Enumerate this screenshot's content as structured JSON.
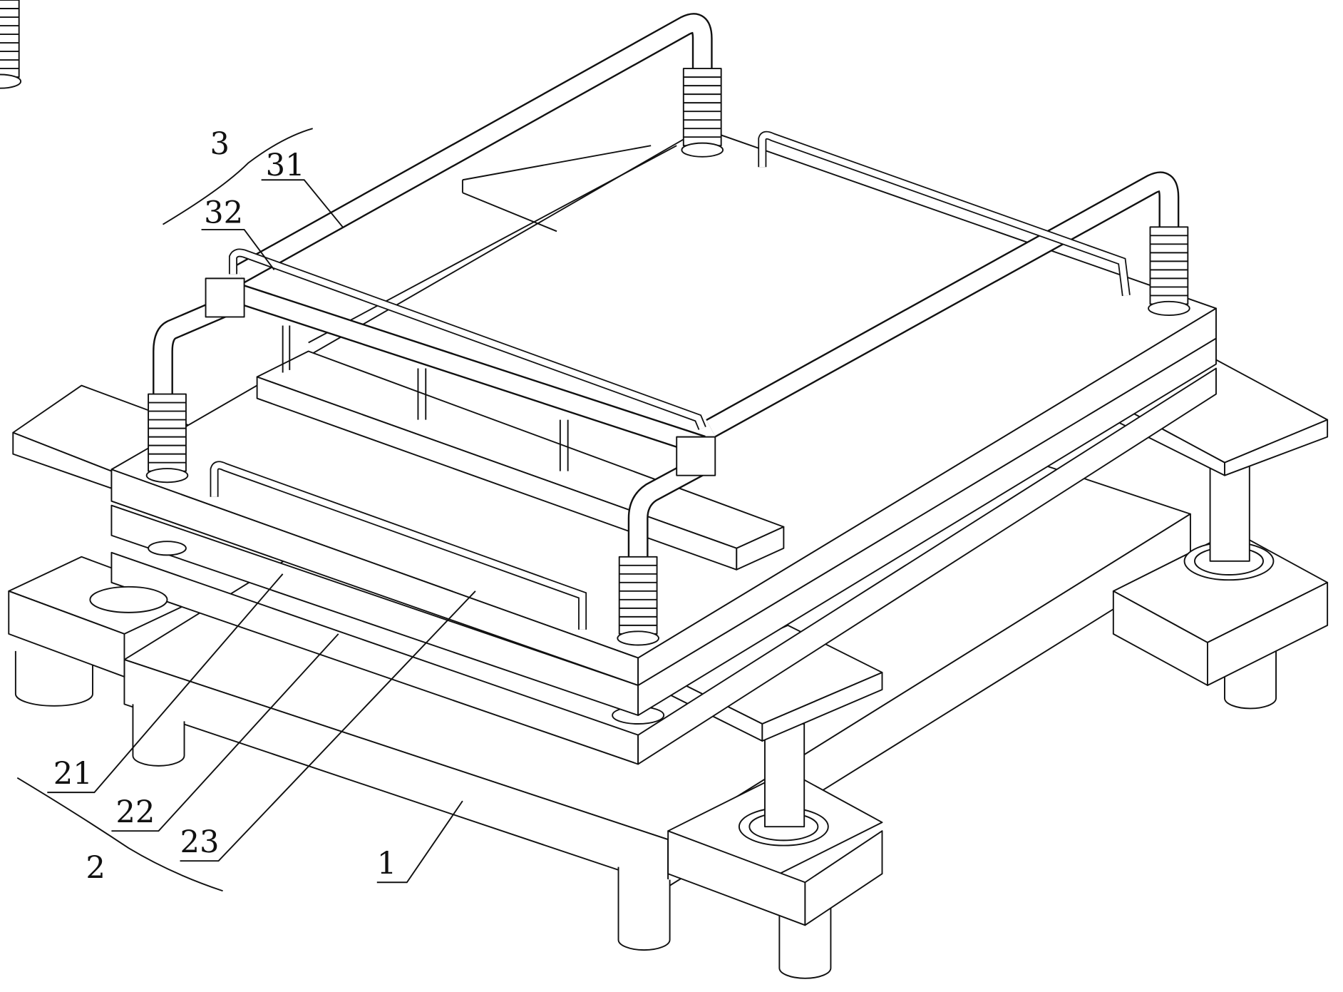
{
  "labels": {
    "l3": "3",
    "l31": "31",
    "l32": "32",
    "l21": "21",
    "l22": "22",
    "l23": "23",
    "l2": "2",
    "l1": "1"
  }
}
